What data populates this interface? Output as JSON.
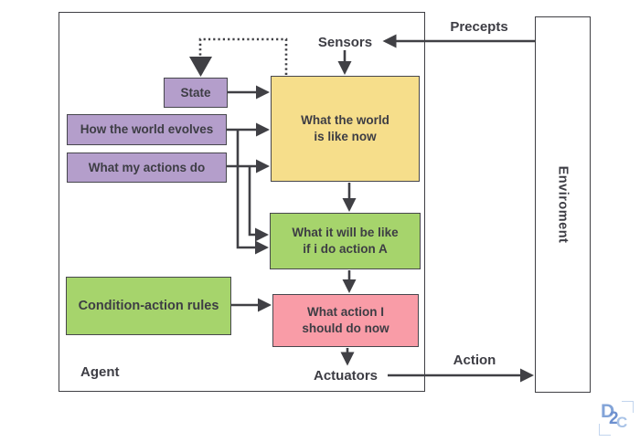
{
  "colors": {
    "purple": "#b49ecb",
    "yellow": "#f6de8b",
    "green": "#a6d46c",
    "pink": "#f99ca7",
    "line": "#404045",
    "text": "#3d3d44",
    "logo-blue": "#6d90cf",
    "logo-light": "#a9c3e7"
  },
  "frames": {
    "agent": "Agent",
    "environment": "Enviroment"
  },
  "io_labels": {
    "sensors": "Sensors",
    "precepts": "Precepts",
    "actuators": "Actuators",
    "action": "Action"
  },
  "nodes": {
    "state": "State",
    "how_world_evolves": "How the world evolves",
    "what_actions_do": "What my actions do",
    "world_now": "What the world\nis like now",
    "future_state": "What it will be like\nif i do action A",
    "condition_rules": "Condition-action rules",
    "action_choice": "What action I\nshould do now"
  },
  "logo": {
    "d": "D",
    "two": "2",
    "c": "C"
  }
}
